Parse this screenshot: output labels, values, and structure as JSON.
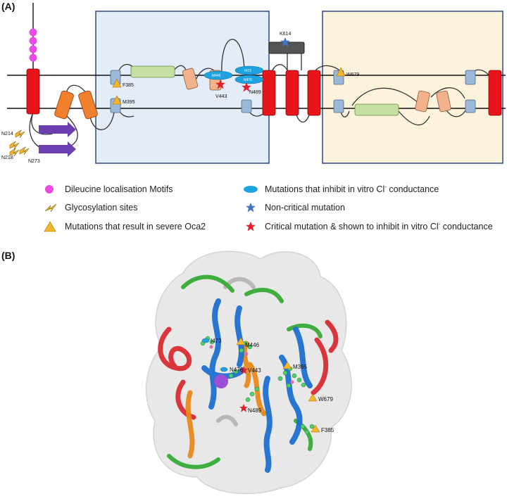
{
  "panels": {
    "a_label": "(A)",
    "b_label": "(B)"
  },
  "topology": {
    "loop_labels": {
      "k614": "K614",
      "w679": "W679",
      "f385": "F385",
      "m395": "M395",
      "m446": "M446",
      "i473": "I473",
      "n476": "N476",
      "v443": "V443",
      "n489": "N489",
      "n214": "N214",
      "n218": "N218",
      "n273": "N273"
    }
  },
  "legend": {
    "dileucine": "Dileucine localisation Motifs",
    "glycosylation": "Glycosylation sites",
    "severe": "Mutations that result in severe Oca2",
    "inhibit": "Mutations that inhibit in vitro Cl",
    "inhibit_sup": "-",
    "inhibit_tail": " conductance",
    "noncritical": "Non-critical mutation",
    "critical": "Critical mutation & shown to inhibit in vitro Cl",
    "critical_sup": "-",
    "critical_tail": " conductance"
  },
  "structure": {
    "labels": {
      "i473": "I473",
      "m446": "M446",
      "m395": "M395",
      "n476": "N476",
      "v443": "V443",
      "w679": "W679",
      "n489": "N489",
      "f385": "F385"
    }
  },
  "colors": {
    "helix_red": "#e8141c",
    "helix_orange": "#f07f2e",
    "helix_blue": "#9bb9d6",
    "helix_green": "#c6dfa2",
    "helix_peach": "#f2b38c",
    "box_blue": "#e3ecf7",
    "box_yellow": "#fdf3dc",
    "box_border": "#2e4a7f",
    "magenta": "#e94ce0",
    "purple_arrow": "#6a3fb0",
    "triangle": "#f5b52a",
    "ellipse": "#1fa2e0",
    "star_blue": "#4472c4",
    "star_red": "#e0202c",
    "ribbon_blue": "#1f6fd1",
    "ribbon_red": "#d8232a",
    "ribbon_orange": "#e88a1a",
    "ribbon_green": "#3fae3f",
    "sphere_purple": "#9b4fd6"
  }
}
